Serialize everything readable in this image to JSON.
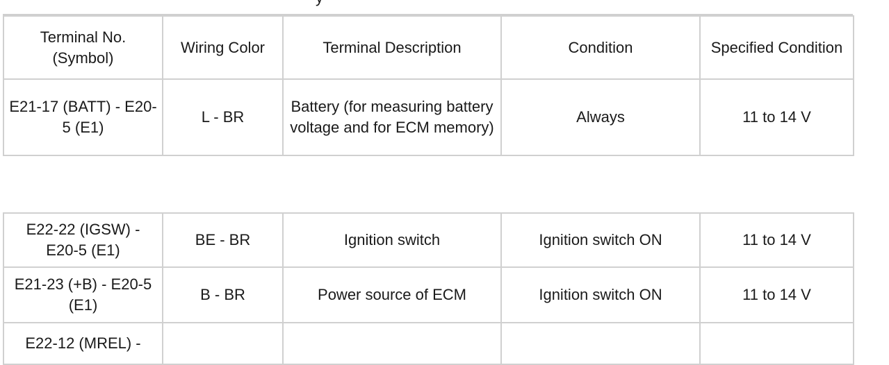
{
  "top_fragment": "y",
  "table": {
    "headers": [
      "Terminal No. (Symbol)",
      "Wiring Color",
      "Terminal Description",
      "Condition",
      "Specified Condition"
    ],
    "rows": [
      [
        "E21-17 (BATT) - E20-5 (E1)",
        "L - BR",
        "Battery (for measuring battery voltage and for ECM memory)",
        "Always",
        "11 to 14 V"
      ],
      [
        "E22-22 (IGSW) - E20-5 (E1)",
        "BE - BR",
        "Ignition switch",
        "Ignition switch ON",
        "11 to 14 V"
      ],
      [
        "E21-23 (+B) - E20-5 (E1)",
        "B - BR",
        "Power source of ECM",
        "Ignition switch ON",
        "11 to 14 V"
      ],
      [
        "E22-12 (MREL) -",
        "",
        "",
        "",
        ""
      ]
    ]
  }
}
